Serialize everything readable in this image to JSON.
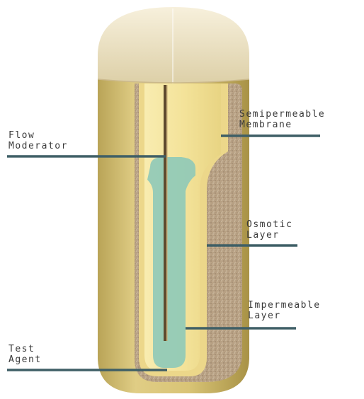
{
  "labels": {
    "semipermeable_membrane": {
      "line1": "Semipermeable",
      "line2": "Membrane"
    },
    "flow_moderator": {
      "line1": "Flow",
      "line2": "Moderator"
    },
    "osmotic_layer": {
      "line1": "Osmotic",
      "line2": "Layer"
    },
    "impermeable_layer": {
      "line1": "Impermeable",
      "line2": "Layer"
    },
    "test_agent": {
      "line1": "Test",
      "line2": "Agent"
    }
  },
  "colors": {
    "cap": "#efe6c9",
    "outer_shell": "#d8c47a",
    "osmotic_layer": "#b9a486",
    "impermeable_layer": "#f1dc92",
    "reservoir_inner": "#f6e9a6",
    "test_agent": "#8ec9b8",
    "leader_line": "#3f5f66",
    "moderator_tube": "#5e4a2e"
  }
}
